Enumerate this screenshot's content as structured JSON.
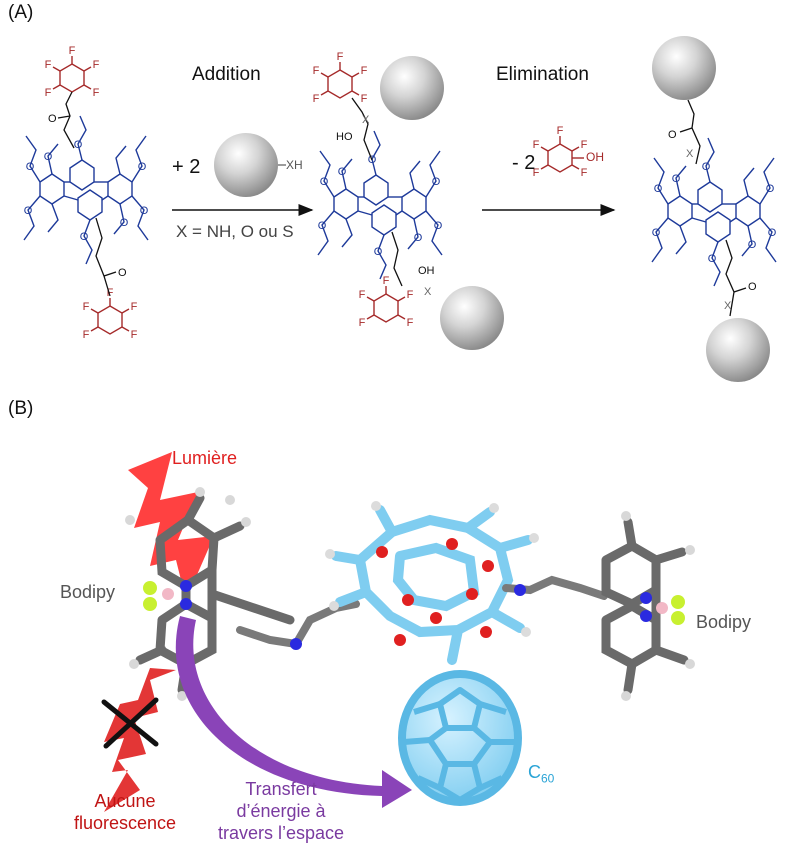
{
  "panel_a": {
    "label": "(A)",
    "addition_label": "Addition",
    "elimination_label": "Elimination",
    "reagent_coeff": "+ 2",
    "reagent_group": "XH",
    "condition": "X = NH, O ou S",
    "elim_coeff": "- 2",
    "atoms": {
      "F": "F",
      "O": "O",
      "OH": "OH",
      "HO": "HO",
      "X": "X"
    }
  },
  "panel_b": {
    "label": "(B)",
    "light": "Lumière",
    "bodipy_left": "Bodipy",
    "bodipy_right": "Bodipy",
    "no_fluorescence_line1": "Aucune",
    "no_fluorescence_line2": "fluorescence",
    "transfer_line1": "Transfert",
    "transfer_line2": "d’énergie à",
    "transfer_line3": "travers l’espace",
    "c60_main": "C",
    "c60_sub": "60"
  },
  "colors": {
    "calixarene_blue": "#1e3a9a",
    "pentafluorophenyl_red": "#a52a2a",
    "light_red": "#ff2a2a",
    "transfer_purple": "#8a44b8",
    "c60_cyan": "#2aa4d6",
    "bodipy_gray": "#6a6a6a"
  }
}
